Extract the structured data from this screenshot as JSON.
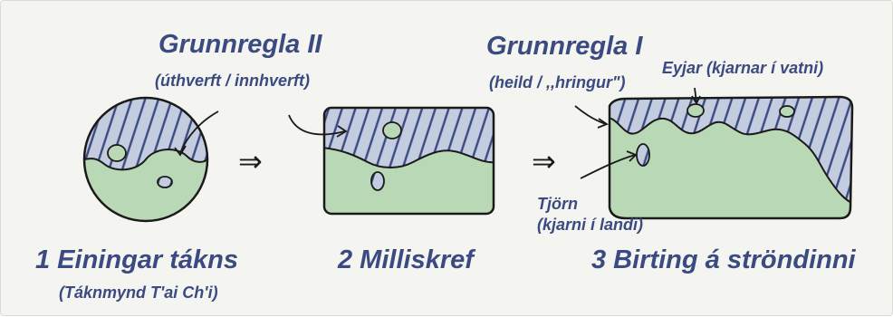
{
  "colors": {
    "label": "#3b4a80",
    "land": "#b9d8b5",
    "water_stripes": "#3b4a80",
    "water_bg": "#c4cce0",
    "outline": "#1a1a1a"
  },
  "labels": {
    "principle_two": "Grunnregla II",
    "principle_two_sub": "(úthverft / innhverft)",
    "principle_one": "Grunnregla I",
    "principle_one_sub": "(heild / ,,hringur\")",
    "islands": "Eyjar (kjarnar í vatni)",
    "pond": "Tjörn",
    "pond_sub": "(kjarni í landi)"
  },
  "steps": [
    {
      "title": "1  Einingar tákns",
      "subtitle": "(Táknmynd T'ai Ch'i)"
    },
    {
      "title": "2  Milliskref",
      "subtitle": ""
    },
    {
      "title": "3  Birting á ströndinni",
      "subtitle": ""
    }
  ],
  "arrows": [
    "⇒",
    "⇒"
  ]
}
